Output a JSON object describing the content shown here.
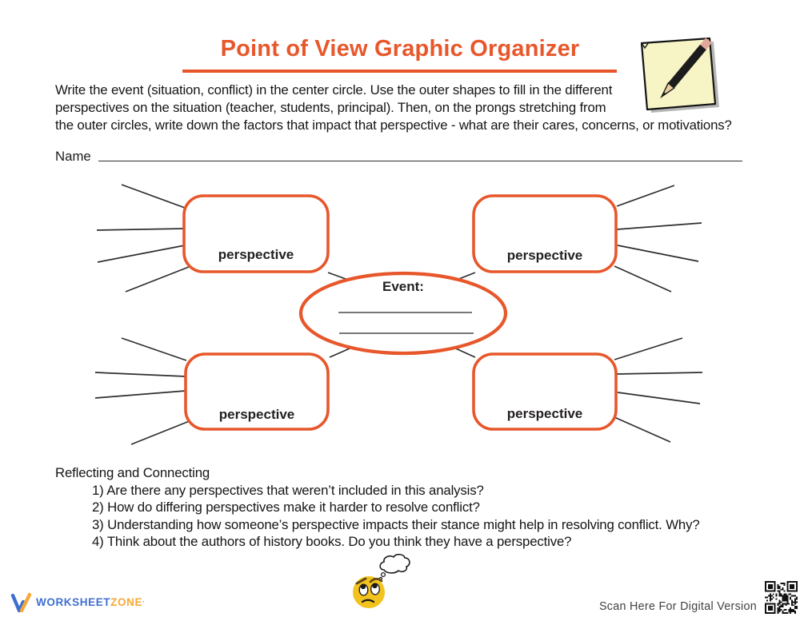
{
  "header": {
    "title": "Point of View Graphic Organizer"
  },
  "colors": {
    "accent_orange": "#E7572B",
    "text_black": "#151515",
    "logo_blue": "#3E6FD0",
    "logo_orange": "#F6A836",
    "emoji_yellow": "#F2C21E",
    "note_yellow": "#F7F4C5"
  },
  "instructions": {
    "lines": [
      "Write the event (situation, conflict) in the center circle. Use the outer shapes to fill in the different",
      "perspectives on the situation (teacher, students, principal). Then, on the prongs stretching from",
      "the outer circles, write down the factors that impact that perspective - what are their cares, concerns, or motivations?"
    ]
  },
  "name_field": {
    "label": "Name"
  },
  "diagram": {
    "event_label": "Event:",
    "boxes": [
      {
        "label": "perspective"
      },
      {
        "label": "perspective"
      },
      {
        "label": "perspective"
      },
      {
        "label": "perspective"
      }
    ]
  },
  "reflecting": {
    "heading": "Reflecting and Connecting",
    "questions": [
      "1) Are there any perspectives that weren’t included in this analysis?",
      "2) How do differing perspectives make it harder to resolve conflict?",
      "3) Understanding how someone’s perspective impacts their stance might help in resolving conflict. Why?",
      "4) Think about the authors of history books. Do you think they have a perspective?"
    ]
  },
  "footer": {
    "brand": {
      "word1": "WORKSHEET",
      "word2": "ZONE",
      "suffix": "·"
    },
    "scan_label": "Scan Here For Digital Version"
  },
  "icons": {
    "note_pencil": "note-pencil-icon",
    "thinking_emoji": "thinking-emoji-icon",
    "thought_bubble": "thought-bubble-icon",
    "brand_mark": "brand-w-icon",
    "qr_code": "qr-code"
  }
}
